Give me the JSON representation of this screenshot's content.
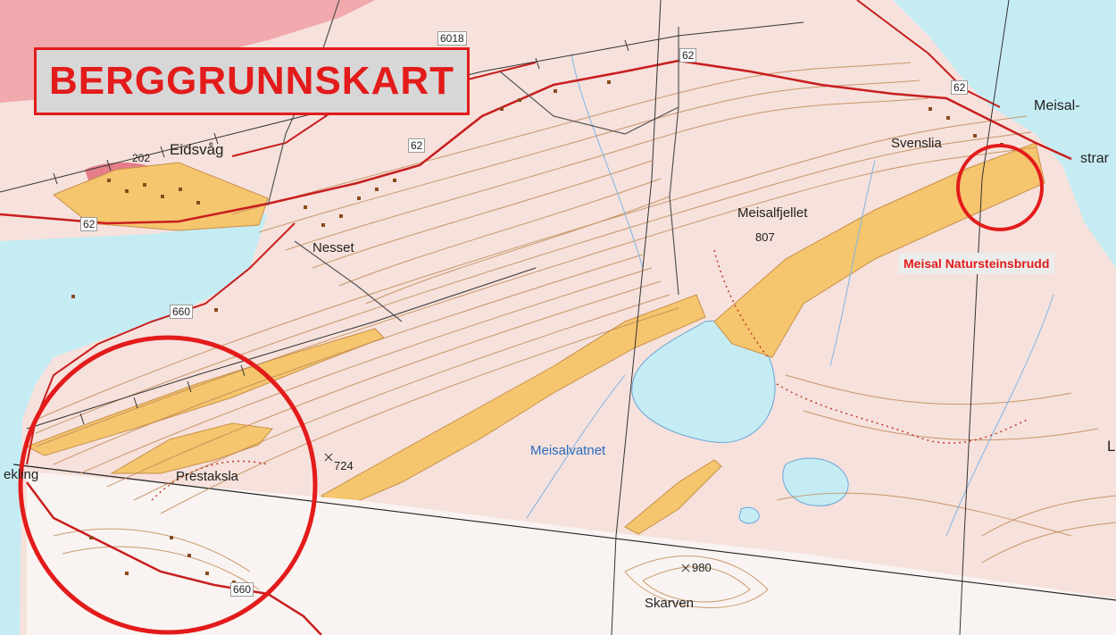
{
  "title": "BERGGRUNNSKART",
  "callout": "Meisal Natursteinsbrudd",
  "colors": {
    "callout_red": "#e31b1b",
    "rock_orange": "#f5c66e",
    "land_pink": "#f6e1dc",
    "water_blue": "#c6ecf3",
    "road_red": "#c81e1e",
    "contour_brown": "#b87a3c"
  },
  "places": [
    {
      "name": "Meisal-"
    },
    {
      "name": "strar"
    },
    {
      "name": "Svenslia"
    },
    {
      "name": "Eidsvåg"
    },
    {
      "name": "Nesset"
    },
    {
      "name": "Meisalfjellet"
    },
    {
      "name": "Prestaksla"
    },
    {
      "name": "Skarven"
    },
    {
      "name": "Meisalvatnet"
    },
    {
      "name": "ekling"
    },
    {
      "name": "L"
    }
  ],
  "road_labels": [
    "6018",
    "62",
    "62",
    "62",
    "62",
    "660",
    "660"
  ],
  "elevations": [
    "202",
    "807",
    "724",
    "980"
  ]
}
